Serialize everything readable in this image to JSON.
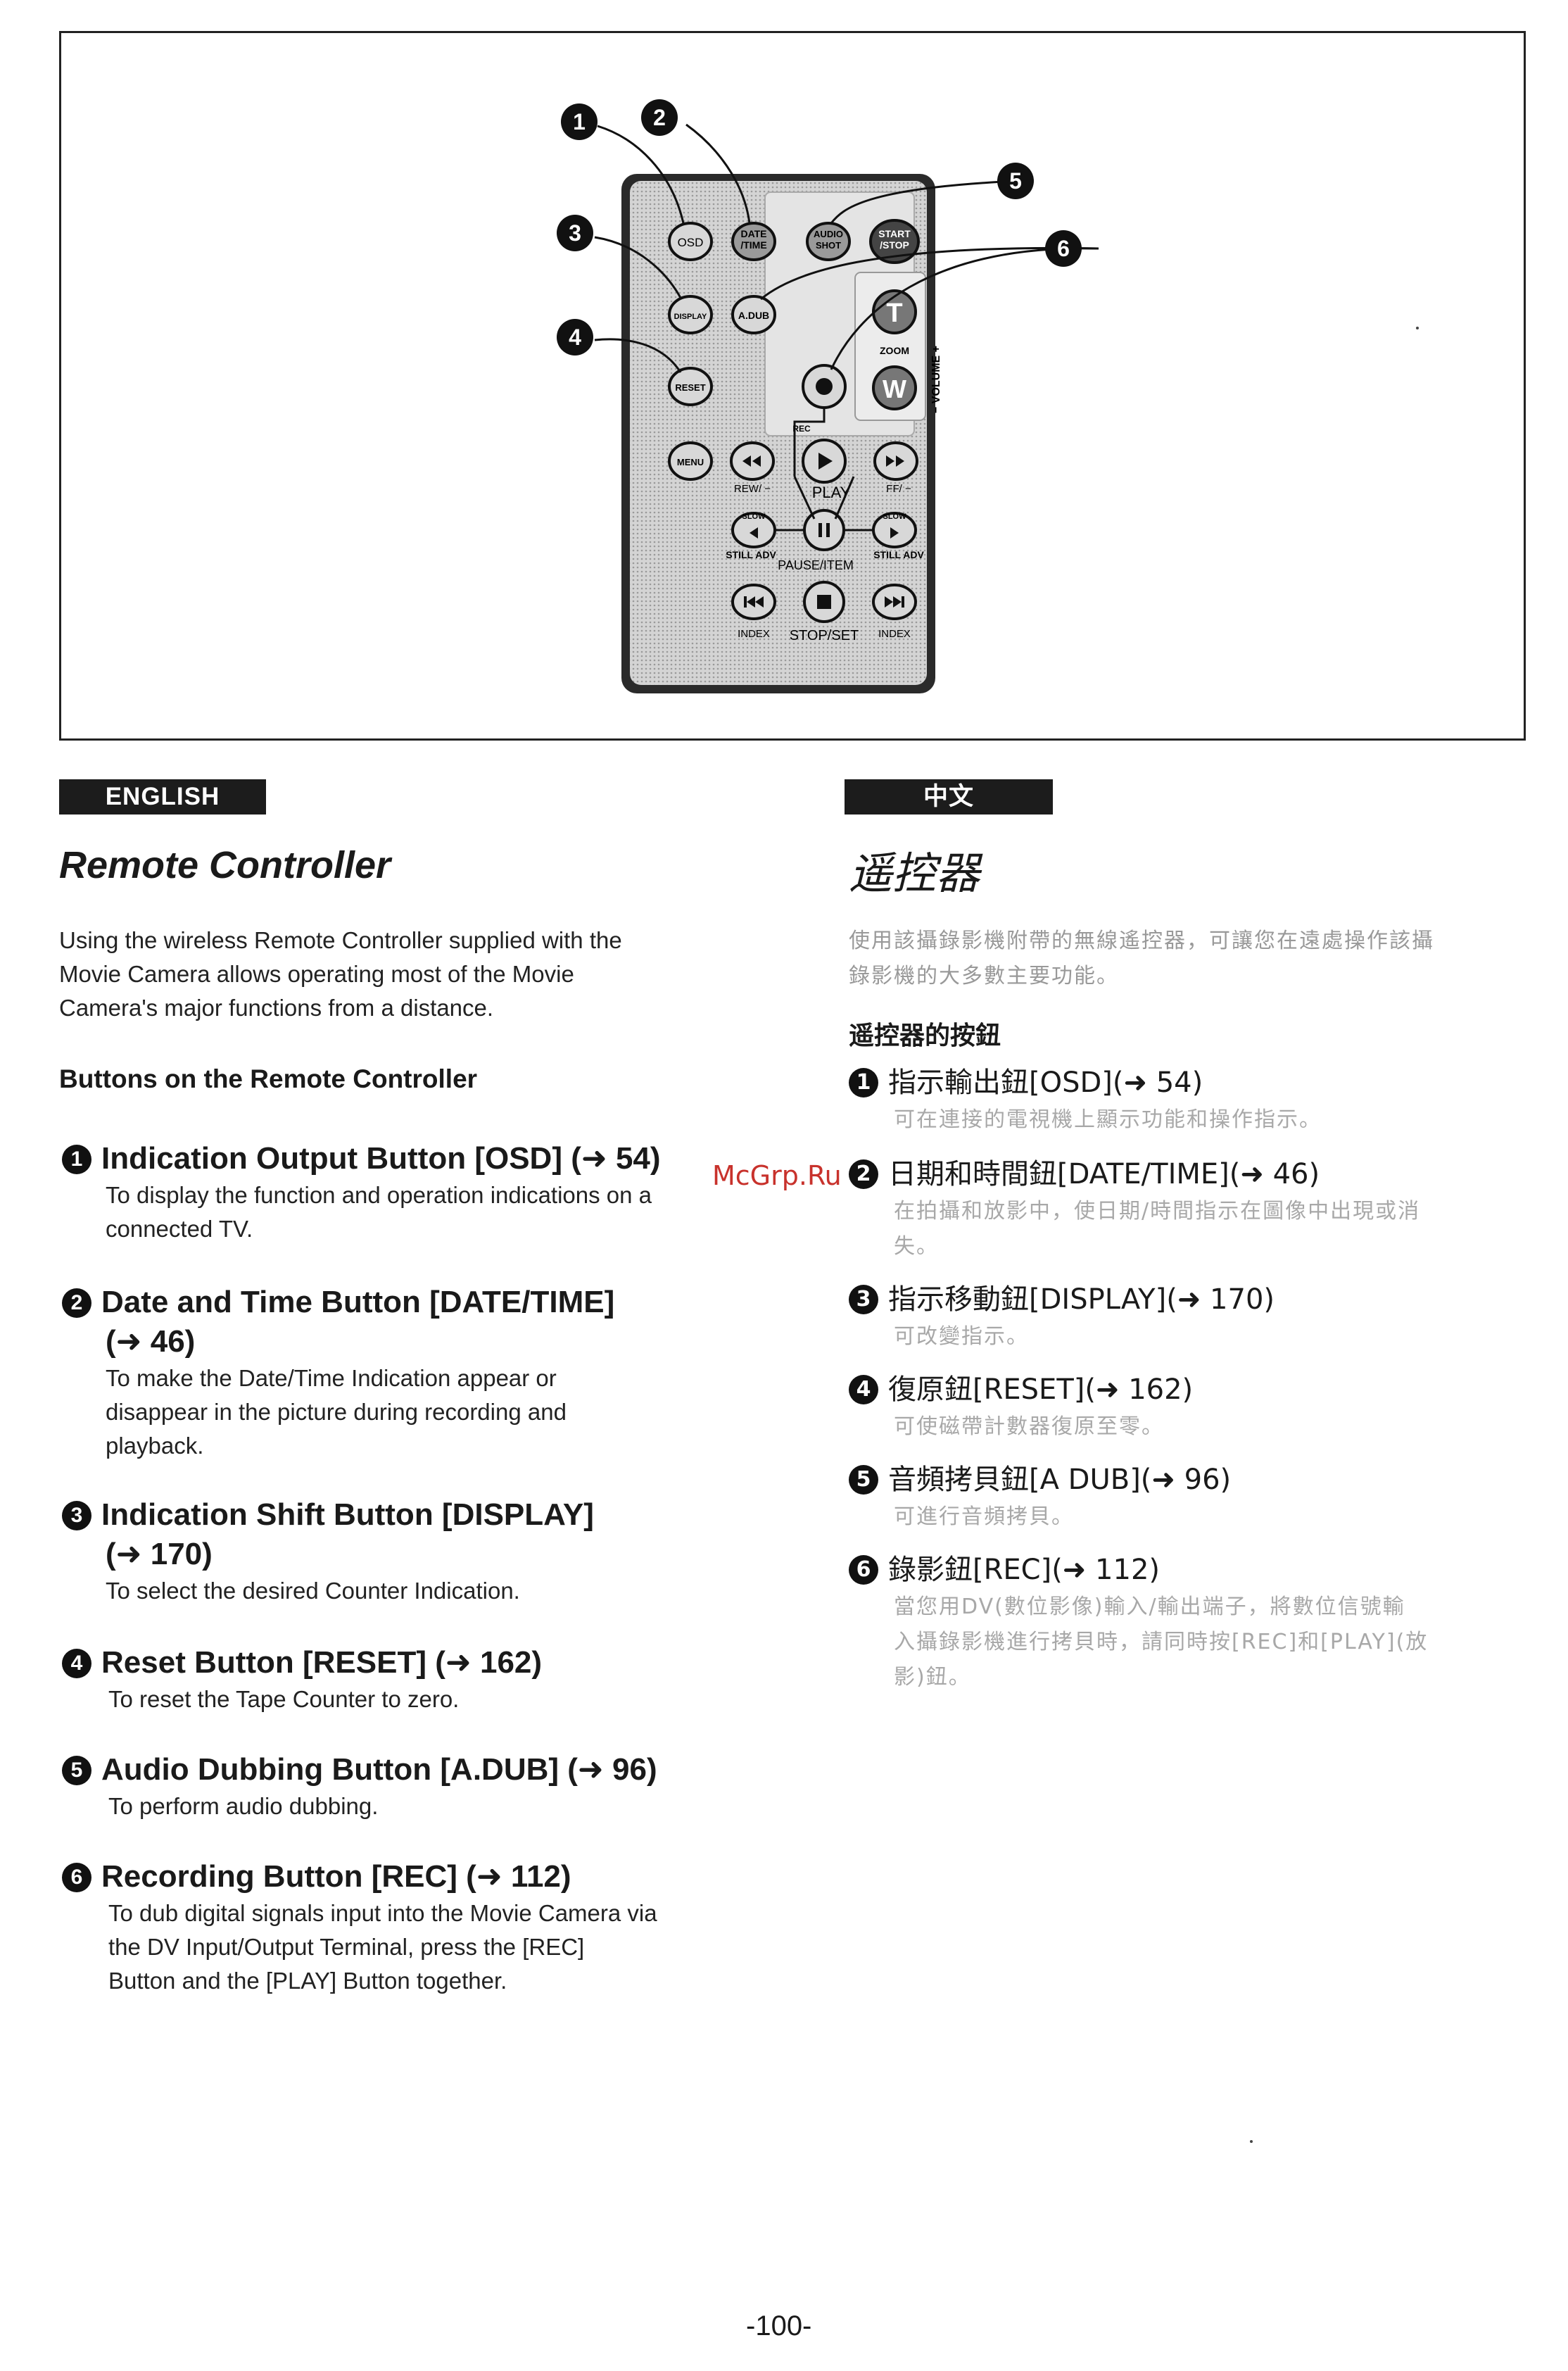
{
  "figure": {
    "callouts": [
      "1",
      "2",
      "3",
      "4",
      "5",
      "6"
    ],
    "remote": {
      "osd": "OSD",
      "date_time_1": "DATE",
      "date_time_2": "/TIME",
      "audio_1": "AUDIO",
      "audio_2": "SHOT",
      "start_1": "START",
      "start_2": "/STOP",
      "display": "DISPLAY",
      "adub": "A.DUB",
      "reset": "RESET",
      "menu": "MENU",
      "t": "T",
      "w": "W",
      "zoom": "ZOOM",
      "volume": "− VOLUME +",
      "rec": "REC",
      "rew": "REW/ −",
      "play": "PLAY",
      "ff": "FF/ −",
      "slow_l": "SLOW",
      "slow_r": "SLOW",
      "still_adv_l": "STILL ADV",
      "still_adv_r": "STILL ADV",
      "pause_item": "PAUSE/ITEM",
      "index_l": "INDEX",
      "stop_set": "STOP/SET",
      "index_r": "INDEX"
    }
  },
  "english": {
    "tab": "ENGLISH",
    "title": "Remote Controller",
    "intro": [
      "Using the wireless Remote Controller supplied with the",
      "Movie Camera allows operating most of the Movie",
      "Camera's major functions from a distance."
    ],
    "subhead": "Buttons on the Remote Controller",
    "items": [
      {
        "num": "1",
        "title": [
          "Indication Output Button [OSD] (➜ 54)"
        ],
        "desc": [
          "To display the function and operation indications on a",
          "connected TV."
        ]
      },
      {
        "num": "2",
        "title": [
          "Date and Time Button [DATE/TIME]",
          "(➜ 46)"
        ],
        "desc": [
          "To make the Date/Time Indication appear or",
          "disappear in the picture during recording and",
          "playback."
        ]
      },
      {
        "num": "3",
        "title": [
          "Indication Shift Button [DISPLAY]",
          "(➜ 170)"
        ],
        "desc": [
          "To select the desired Counter Indication."
        ]
      },
      {
        "num": "4",
        "title": [
          "Reset Button [RESET] (➜ 162)"
        ],
        "desc": [
          "To reset the Tape Counter to zero."
        ]
      },
      {
        "num": "5",
        "title": [
          "Audio Dubbing Button [A.DUB] (➜ 96)"
        ],
        "desc": [
          "To perform audio dubbing."
        ]
      },
      {
        "num": "6",
        "title": [
          "Recording Button [REC] (➜ 112)"
        ],
        "desc": [
          "To dub digital signals input into the Movie Camera via",
          "the DV Input/Output Terminal, press the [REC]",
          "Button and the [PLAY] Button together."
        ]
      }
    ]
  },
  "chinese": {
    "tab": "中文",
    "title": "遥控器",
    "intro": [
      "使用該攝錄影機附帶的無線遙控器，可讓您在遠處操作該攝",
      "錄影機的大多數主要功能。"
    ],
    "subhead": "遥控器的按鈕",
    "items": [
      {
        "num": "1",
        "title": "指示輸出鈕[OSD](➜ 54)",
        "desc": [
          "可在連接的電視機上顯示功能和操作指示。"
        ]
      },
      {
        "num": "2",
        "title": "日期和時間鈕[DATE/TIME](➜ 46)",
        "desc": [
          "在拍攝和放影中，使日期/時間指示在圖像中出現或消",
          "失。"
        ]
      },
      {
        "num": "3",
        "title": "指示移動鈕[DISPLAY](➜ 170)",
        "desc": [
          "可改變指示。"
        ]
      },
      {
        "num": "4",
        "title": "復原鈕[RESET](➜ 162)",
        "desc": [
          "可使磁帶計數器復原至零。"
        ]
      },
      {
        "num": "5",
        "title": "音頻拷貝鈕[A DUB](➜ 96)",
        "desc": [
          "可進行音頻拷貝。"
        ]
      },
      {
        "num": "6",
        "title": "錄影鈕[REC](➜ 112)",
        "desc": [
          "當您用DV(數位影像)輸入/輸出端子，將數位信號輸",
          "入攝錄影機進行拷貝時，請同時按[REC]和[PLAY](放",
          "影)鈕。"
        ]
      }
    ]
  },
  "watermark": "McGrp.Ru",
  "page_number": "-100-"
}
